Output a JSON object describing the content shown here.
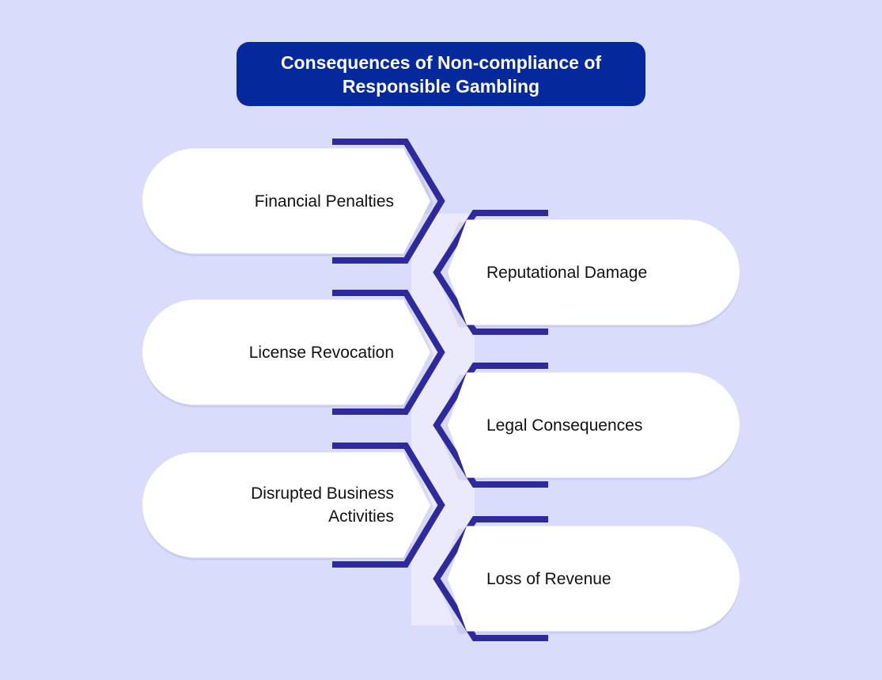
{
  "title": {
    "line1": "Consequences of Non-compliance of",
    "line2": "Responsible Gambling"
  },
  "items": [
    {
      "side": "left",
      "lines": [
        "Financial Penalties"
      ]
    },
    {
      "side": "right",
      "lines": [
        "Reputational Damage"
      ]
    },
    {
      "side": "left",
      "lines": [
        "License Revocation"
      ]
    },
    {
      "side": "right",
      "lines": [
        "Legal Consequences"
      ]
    },
    {
      "side": "left",
      "lines": [
        "Disrupted Business",
        "Activities"
      ]
    },
    {
      "side": "right",
      "lines": [
        "Loss of Revenue"
      ]
    }
  ],
  "colors": {
    "background": "#dadcfb",
    "title_fill": "#04299c",
    "outline": "#2e2a9e",
    "pill": "#ffffff",
    "connector": "#ecebfd",
    "text": "#111111"
  }
}
